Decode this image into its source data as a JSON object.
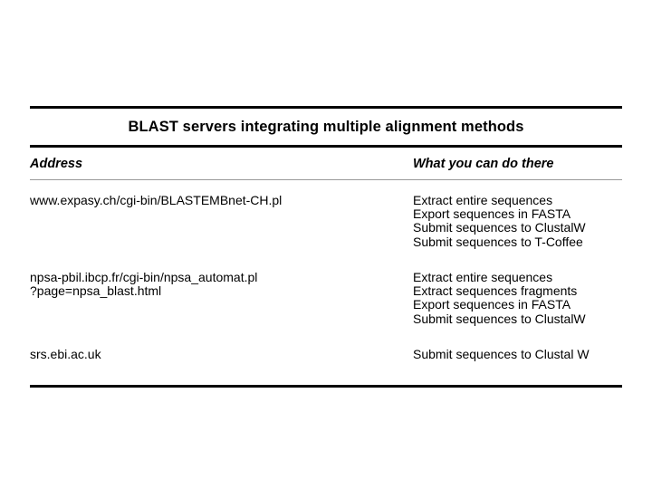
{
  "table": {
    "title": "BLAST servers integrating multiple alignment methods",
    "columns": [
      {
        "label": "Address"
      },
      {
        "label": "What you can do there"
      }
    ],
    "rows": [
      {
        "address_lines": [
          "www.expasy.ch/cgi-bin/BLASTEMBnet-CH.pl"
        ],
        "actions": [
          "Extract entire sequences",
          "Export sequences in FASTA",
          "Submit sequences to ClustalW",
          "Submit sequences to T-Coffee"
        ]
      },
      {
        "address_lines": [
          "npsa-pbil.ibcp.fr/cgi-bin/npsa_automat.pl",
          "?page=npsa_blast.html"
        ],
        "actions": [
          "Extract entire sequences",
          "Extract sequences fragments",
          "Export sequences in FASTA",
          "Submit sequences to ClustalW"
        ]
      },
      {
        "address_lines": [
          "srs.ebi.ac.uk"
        ],
        "actions": [
          "Submit sequences to Clustal W"
        ]
      }
    ]
  },
  "style": {
    "rule_color": "#000000",
    "thin_rule_color": "#9a9a9a",
    "text_color": "#000000",
    "background": "#ffffff"
  }
}
